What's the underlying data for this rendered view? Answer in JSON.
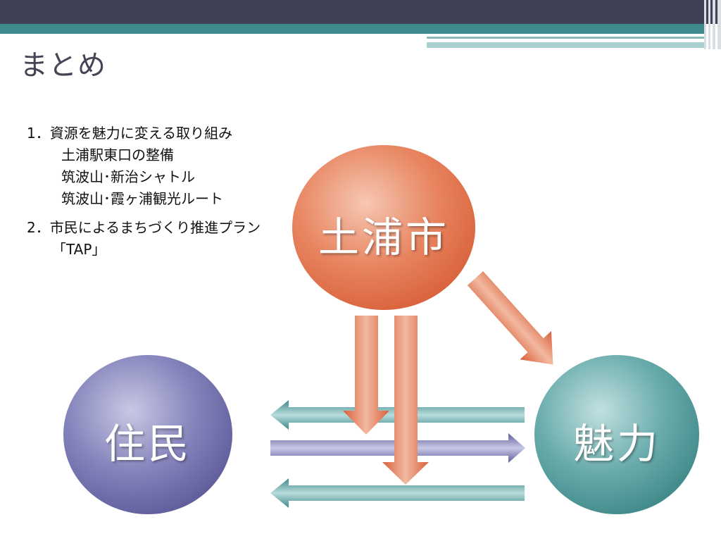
{
  "slide": {
    "title": "まとめ"
  },
  "list": {
    "item1_heading": "1．資源を魅力に変える取り組み",
    "item1_sub": [
      "土浦駅東口の整備",
      "筑波山･新治シャトル",
      "筑波山･霞ヶ浦観光ルート"
    ],
    "item2_heading": "2．市民によるまちづくり推進プラン",
    "item2_sub": "「TAP」"
  },
  "diagram": {
    "city_label": "土浦市",
    "residents_label": "住民",
    "attraction_label": "魅力"
  },
  "colors": {
    "header_dark": "#3f4256",
    "teal": "#3f8a8c",
    "orange": "#e0704a",
    "purple": "#6e6ca8",
    "teal_circle": "#4e9a9a"
  }
}
